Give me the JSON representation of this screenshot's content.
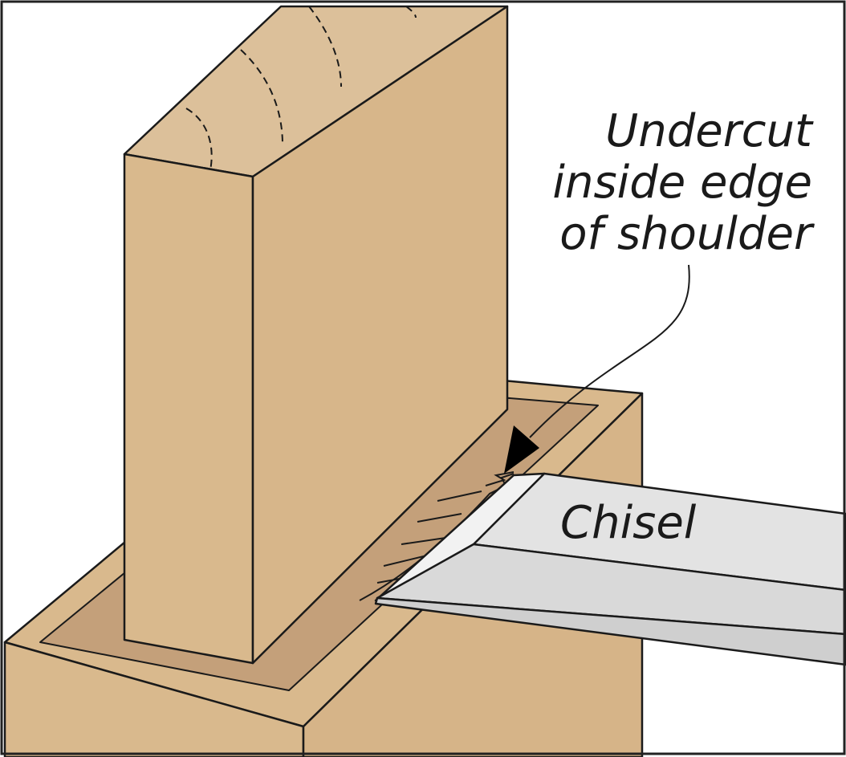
{
  "figure": {
    "labels": {
      "undercut_lines": [
        "Undercut",
        "inside edge",
        "of shoulder"
      ],
      "chisel": "Chisel"
    },
    "icons": {
      "tenon_board": "tenon-board-illustration",
      "mortise_block": "mortise-block-illustration",
      "chisel_blade": "chisel-blade-illustration",
      "pointer_arrow": "arrow-icon"
    },
    "colors": {
      "wood_light": "#d9b98d",
      "wood_recess": "#c4a07a",
      "steel": "#e3e3e3",
      "steel_shade": "#cfcfcf",
      "ink": "#1a1a1a",
      "border": "#222222"
    }
  }
}
